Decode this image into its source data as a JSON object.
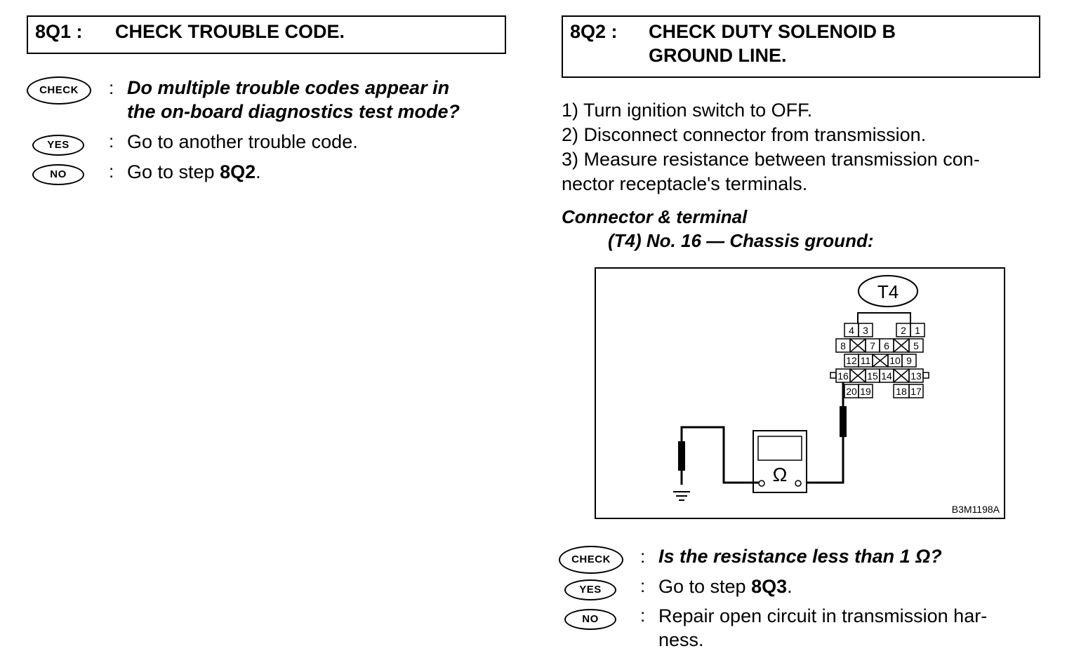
{
  "left": {
    "header": {
      "step": "8Q1 :",
      "title": "CHECK TROUBLE CODE."
    },
    "check": {
      "badge": "CHECK",
      "text_line1": "Do multiple trouble codes appear in",
      "text_line2": "the on-board diagnostics test mode?"
    },
    "yes": {
      "badge": "YES",
      "text": "Go to another trouble code."
    },
    "no": {
      "badge": "NO",
      "text_prefix": "Go to step ",
      "text_bold": "8Q2",
      "text_suffix": "."
    }
  },
  "right": {
    "header": {
      "step": "8Q2 :",
      "title_line1": "CHECK DUTY SOLENOID B",
      "title_line2": "GROUND LINE."
    },
    "steps": [
      "1)  Turn ignition switch to OFF.",
      "2)  Disconnect connector from transmission.",
      "3)  Measure resistance between transmission con-",
      "nector receptacle's terminals."
    ],
    "condition_title": "Connector & terminal",
    "condition_detail": "(T4) No. 16 — Chassis ground:",
    "diagram": {
      "connector_label": "T4",
      "meter_symbol": "Ω",
      "figure_id": "B3M1198A",
      "pins": {
        "r1": [
          "4",
          "3",
          "2",
          "1"
        ],
        "r2": [
          "8",
          "7",
          "6",
          "5"
        ],
        "r3": [
          "12",
          "11",
          "10",
          "9"
        ],
        "r4": [
          "16",
          "15",
          "14",
          "13"
        ],
        "r5": [
          "20",
          "19",
          "18",
          "17"
        ]
      }
    },
    "check": {
      "badge": "CHECK",
      "text": "Is the resistance less than 1 Ω?"
    },
    "yes": {
      "badge": "YES",
      "text_prefix": "Go to step ",
      "text_bold": "8Q3",
      "text_suffix": "."
    },
    "no": {
      "badge": "NO",
      "text_line1": "Repair open circuit in transmission har-",
      "text_line2": "ness."
    }
  }
}
